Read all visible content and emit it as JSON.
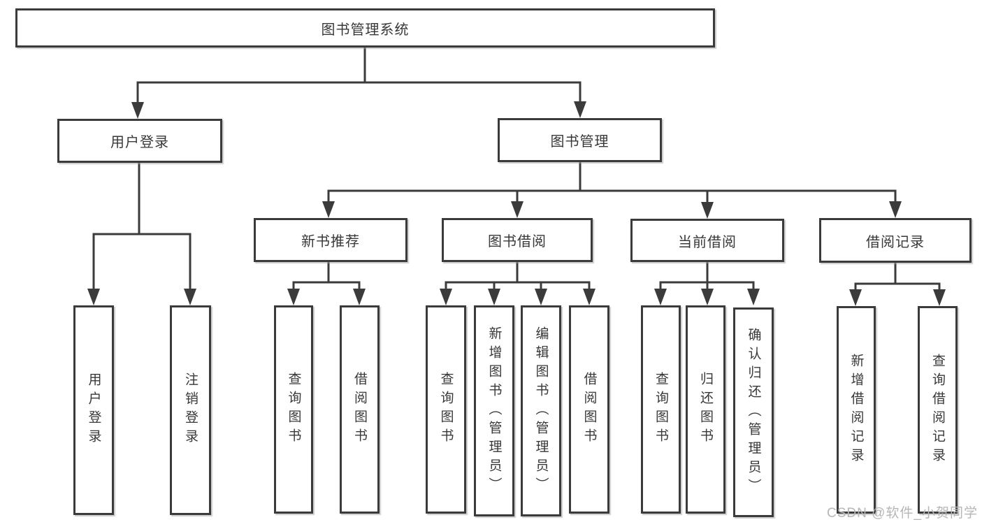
{
  "diagram": {
    "root": {
      "label": "图书管理系统"
    },
    "branches": [
      {
        "label": "用户登录",
        "children": [
          {
            "label": "用户登录"
          },
          {
            "label": "注销登录"
          }
        ]
      },
      {
        "label": "图书管理",
        "children": [
          {
            "label": "新书推荐",
            "children": [
              {
                "label": "查询图书"
              },
              {
                "label": "借阅图书"
              }
            ]
          },
          {
            "label": "图书借阅",
            "children": [
              {
                "label": "查询图书"
              },
              {
                "label": "新增图书（管理员）"
              },
              {
                "label": "编辑图书（管理员）"
              },
              {
                "label": "借阅图书"
              }
            ]
          },
          {
            "label": "当前借阅",
            "children": [
              {
                "label": "查询图书"
              },
              {
                "label": "归还图书"
              },
              {
                "label": "确认归还（管理员）"
              }
            ]
          },
          {
            "label": "借阅记录",
            "children": [
              {
                "label": "新增借阅记录"
              },
              {
                "label": "查询借阅记录"
              }
            ]
          }
        ]
      }
    ]
  },
  "watermark": {
    "text": "CSDN @软件_小贺同学"
  },
  "colors": {
    "line": "#3b3b3b",
    "text": "#383838",
    "watermark": "#b6b6b6",
    "background": "#ffffff"
  }
}
